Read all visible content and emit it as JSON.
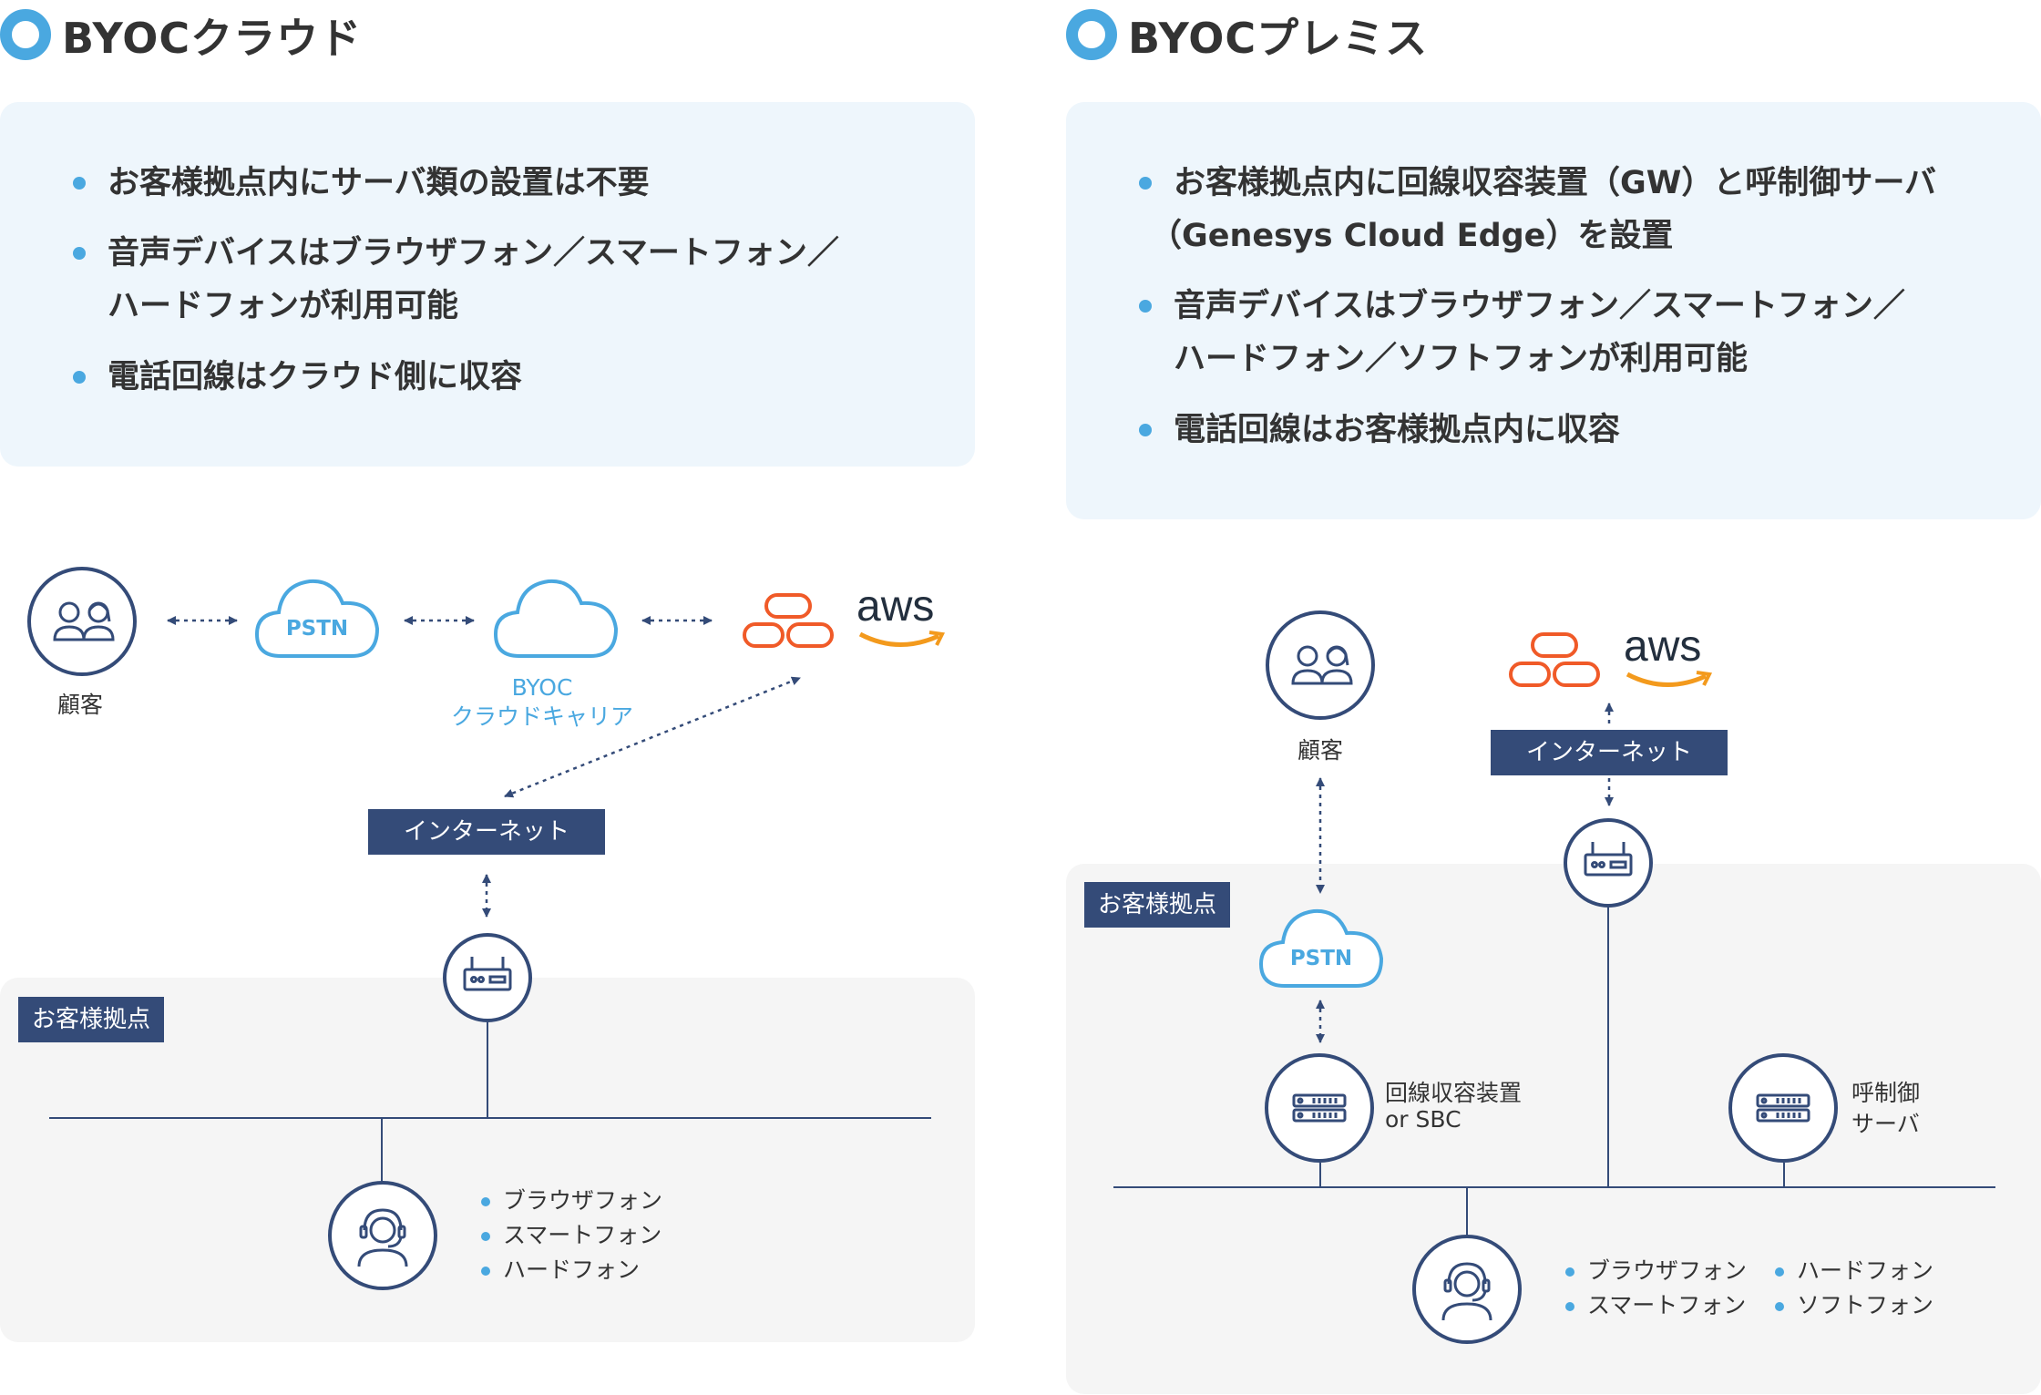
{
  "left": {
    "title": "BYOCクラウド",
    "bullets": [
      "お客様拠点内にサーバ類の設置は不要",
      "音声デバイスはブラウザフォン／スマートフォン／",
      "ハードフォンが利用可能",
      "電話回線はクラウド側に収容"
    ],
    "customer_label": "顧客",
    "pstn_label": "PSTN",
    "carrier_label_1": "BYOC",
    "carrier_label_2": "クラウドキャリア",
    "aws_label": "aws",
    "internet_label": "インターネット",
    "site_label": "お客様拠点",
    "devices": [
      "ブラウザフォン",
      "スマートフォン",
      "ハードフォン"
    ]
  },
  "right": {
    "title": "BYOCプレミス",
    "bullets": [
      "お客様拠点内に回線収容装置（GW）と呼制御サーバ",
      "（Genesys Cloud Edge）を設置",
      "音声デバイスはブラウザフォン／スマートフォン／",
      "ハードフォン／ソフトフォンが利用可能",
      "電話回線はお客様拠点内に収容"
    ],
    "customer_label": "顧客",
    "aws_label": "aws",
    "internet_label": "インターネット",
    "site_label": "お客様拠点",
    "pstn_label": "PSTN",
    "gateway_label_1": "回線収容装置",
    "gateway_label_2": "or SBC",
    "call_server_label_1": "呼制御",
    "call_server_label_2": "サーバ",
    "devices_col1": [
      "ブラウザフォン",
      "スマートフォン"
    ],
    "devices_col2": [
      "ハードフォン",
      "ソフトフォン"
    ]
  },
  "colors": {
    "navy": "#344b78",
    "accent_blue": "#4aa8e0",
    "aws_orange": "#f39a1d",
    "genesys_orange": "#f05a28",
    "info_bg": "#eef6fc",
    "site_bg": "#f5f5f5"
  }
}
